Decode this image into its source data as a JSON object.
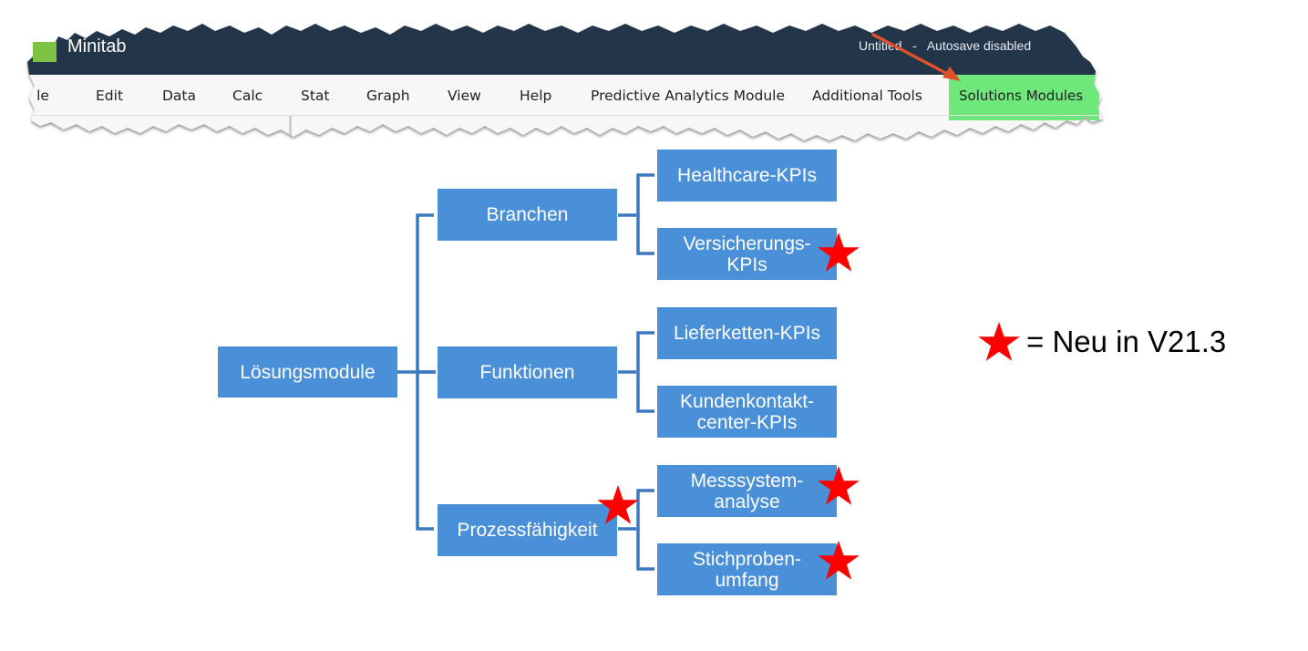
{
  "app": {
    "title": "Minitab",
    "document_status": "Untitled   -   Autosave disabled"
  },
  "menu": {
    "items": [
      {
        "key": "file",
        "label": "File"
      },
      {
        "key": "edit",
        "label": "Edit"
      },
      {
        "key": "data",
        "label": "Data"
      },
      {
        "key": "calc",
        "label": "Calc"
      },
      {
        "key": "stat",
        "label": "Stat"
      },
      {
        "key": "graph",
        "label": "Graph"
      },
      {
        "key": "view",
        "label": "View"
      },
      {
        "key": "help",
        "label": "Help"
      },
      {
        "key": "predictive",
        "label": "Predictive Analytics Module"
      },
      {
        "key": "additional",
        "label": "Additional Tools"
      },
      {
        "key": "solutions",
        "label": "Solutions Modules"
      }
    ],
    "highlighted": "Solutions Modules",
    "highlight_color": "#6ee87a"
  },
  "diagram": {
    "root": "Lösungsmodule",
    "categories": [
      {
        "label": "Branchen",
        "children": [
          {
            "label": "Healthcare-KPIs",
            "new": false
          },
          {
            "label": "Versicherungs-KPIs",
            "new": true
          }
        ]
      },
      {
        "label": "Funktionen",
        "children": [
          {
            "label": "Lieferketten-KPIs",
            "new": false
          },
          {
            "label": "Kundenkontakt-center-KPIs",
            "new": false
          }
        ]
      },
      {
        "label": "Prozessfähigkeit",
        "new": true,
        "children": [
          {
            "label": "Messsystem-analyse",
            "new": true
          },
          {
            "label": "Stichproben-umfang",
            "new": true
          }
        ]
      }
    ],
    "box_color": "#4a90d9",
    "connector_color": "#3a78c0",
    "star_color": "#ff0000"
  },
  "legend": {
    "text": "= Neu in V21.3"
  }
}
